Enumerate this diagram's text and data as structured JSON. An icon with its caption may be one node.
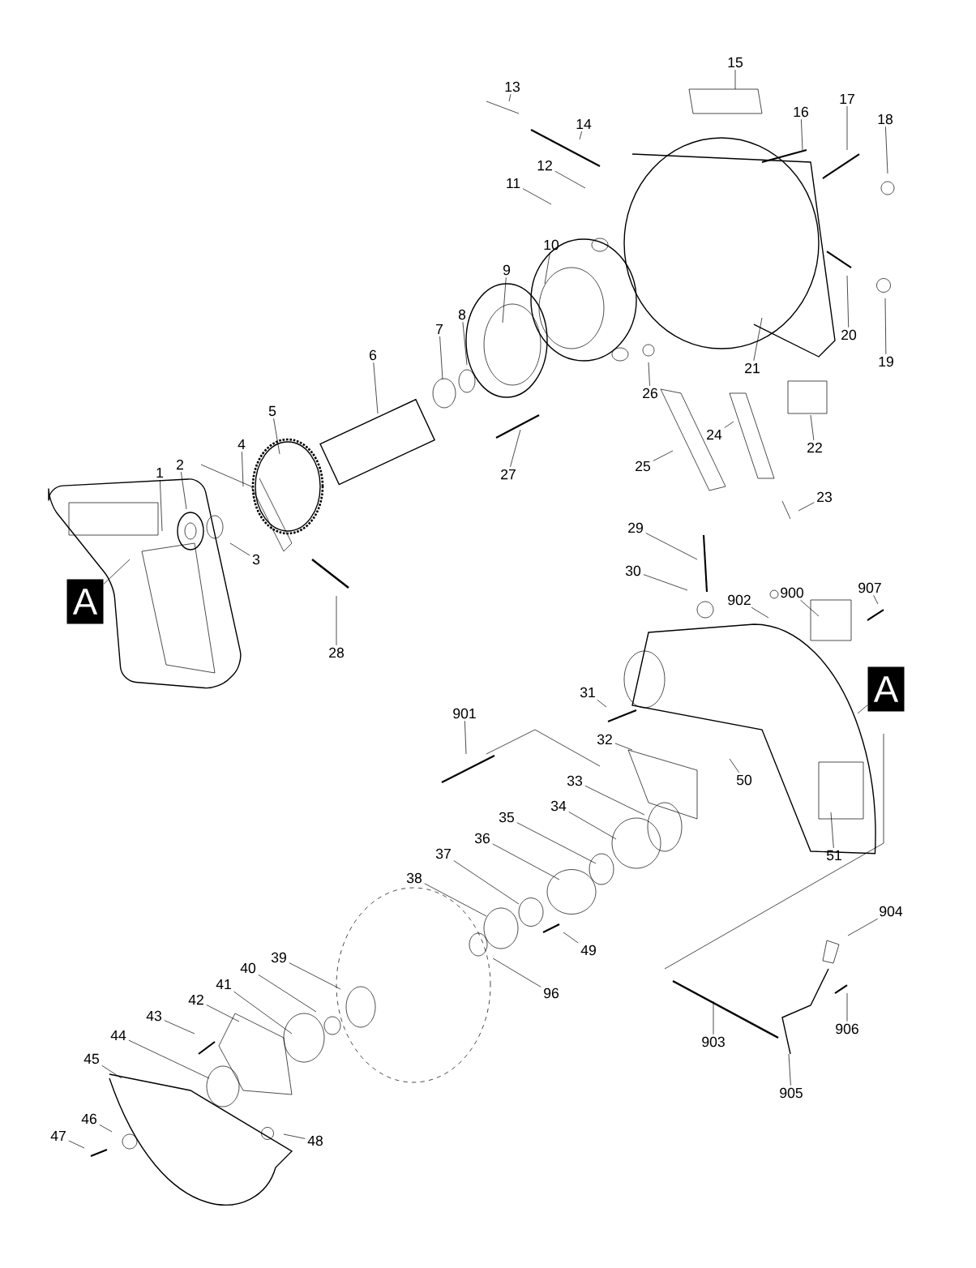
{
  "diagram": {
    "nodes": [
      {
        "text": [
          "13"
        ]
      },
      {
        "text": [
          "15"
        ]
      },
      {
        "text": [
          "14"
        ]
      },
      {
        "text": [
          "16"
        ]
      },
      {
        "text": [
          "17"
        ]
      },
      {
        "text": [
          "18"
        ]
      },
      {
        "text": [
          "12"
        ]
      },
      {
        "text": [
          "11"
        ]
      },
      {
        "text": [
          "10"
        ]
      },
      {
        "text": [
          "9"
        ]
      },
      {
        "text": [
          "8"
        ]
      },
      {
        "text": [
          "7"
        ]
      },
      {
        "text": [
          "6"
        ]
      },
      {
        "text": [
          "5"
        ]
      },
      {
        "text": [
          "4"
        ]
      },
      {
        "text": [
          "2"
        ]
      },
      {
        "text": [
          "1"
        ]
      },
      {
        "text": [
          "3"
        ]
      },
      {
        "text": [
          "28"
        ]
      },
      {
        "text": [
          "27"
        ]
      },
      {
        "text": [
          "26"
        ]
      },
      {
        "text": [
          "25"
        ]
      },
      {
        "text": [
          "24"
        ]
      },
      {
        "text": [
          "22"
        ]
      },
      {
        "text": [
          "23"
        ]
      },
      {
        "text": [
          "21"
        ]
      },
      {
        "text": [
          "20"
        ]
      },
      {
        "text": [
          "19"
        ]
      },
      {
        "text": [
          "A"
        ]
      },
      {
        "text": [
          "29"
        ]
      },
      {
        "text": [
          "30"
        ]
      },
      {
        "text": [
          "902"
        ]
      },
      {
        "text": [
          "900"
        ]
      },
      {
        "text": [
          "907"
        ]
      },
      {
        "text": [
          "A"
        ]
      },
      {
        "text": [
          "31"
        ]
      },
      {
        "text": [
          "901"
        ]
      },
      {
        "text": [
          "32"
        ]
      },
      {
        "text": [
          "50"
        ]
      },
      {
        "text": [
          "33"
        ]
      },
      {
        "text": [
          "34"
        ]
      },
      {
        "text": [
          "35"
        ]
      },
      {
        "text": [
          "36"
        ]
      },
      {
        "text": [
          "37"
        ]
      },
      {
        "text": [
          "38"
        ]
      },
      {
        "text": [
          "51"
        ]
      },
      {
        "text": [
          "49"
        ]
      },
      {
        "text": [
          "904"
        ]
      },
      {
        "text": [
          "39"
        ]
      },
      {
        "text": [
          "96"
        ]
      },
      {
        "text": [
          "40"
        ]
      },
      {
        "text": [
          "41"
        ]
      },
      {
        "text": [
          "42"
        ]
      },
      {
        "text": [
          "43"
        ]
      },
      {
        "text": [
          "44"
        ]
      },
      {
        "text": [
          "906"
        ]
      },
      {
        "text": [
          "903"
        ]
      },
      {
        "text": [
          "45"
        ]
      },
      {
        "text": [
          "905"
        ]
      },
      {
        "text": [
          "46"
        ]
      },
      {
        "text": [
          "47"
        ]
      },
      {
        "text": [
          "48"
        ]
      }
    ],
    "edges": [
      {
        "from": 0,
        "to": null,
        "arrow": "none"
      },
      {
        "from": 1,
        "to": null,
        "arrow": "none"
      },
      {
        "from": 2,
        "to": null,
        "arrow": "none"
      },
      {
        "from": 3,
        "to": null,
        "arrow": "none"
      },
      {
        "from": 4,
        "to": null,
        "arrow": "none"
      },
      {
        "from": 5,
        "to": null,
        "arrow": "none"
      },
      {
        "from": 6,
        "to": null,
        "arrow": "none"
      },
      {
        "from": 7,
        "to": null,
        "arrow": "none"
      },
      {
        "from": 8,
        "to": null,
        "arrow": "none"
      },
      {
        "from": 9,
        "to": null,
        "arrow": "none"
      },
      {
        "from": 10,
        "to": null,
        "arrow": "none"
      },
      {
        "from": 11,
        "to": null,
        "arrow": "none"
      },
      {
        "from": 12,
        "to": null,
        "arrow": "none"
      },
      {
        "from": 13,
        "to": null,
        "arrow": "none"
      },
      {
        "from": 14,
        "to": null,
        "arrow": "none"
      },
      {
        "from": 15,
        "to": null,
        "arrow": "none"
      },
      {
        "from": 16,
        "to": null,
        "arrow": "none"
      },
      {
        "from": 17,
        "to": null,
        "arrow": "none"
      },
      {
        "from": 18,
        "to": null,
        "arrow": "none"
      },
      {
        "from": 19,
        "to": null,
        "arrow": "none"
      },
      {
        "from": 20,
        "to": null,
        "arrow": "none"
      },
      {
        "from": 21,
        "to": null,
        "arrow": "none"
      },
      {
        "from": 22,
        "to": null,
        "arrow": "none"
      },
      {
        "from": 23,
        "to": null,
        "arrow": "none"
      },
      {
        "from": 24,
        "to": null,
        "arrow": "none"
      },
      {
        "from": 25,
        "to": null,
        "arrow": "none"
      },
      {
        "from": 26,
        "to": null,
        "arrow": "none"
      },
      {
        "from": 27,
        "to": null,
        "arrow": "none"
      },
      {
        "from": 28,
        "to": null,
        "arrow": "none"
      },
      {
        "from": 29,
        "to": null,
        "arrow": "none"
      },
      {
        "from": 30,
        "to": null,
        "arrow": "none"
      },
      {
        "from": 31,
        "to": null,
        "arrow": "none"
      },
      {
        "from": 32,
        "to": null,
        "arrow": "none"
      },
      {
        "from": 33,
        "to": null,
        "arrow": "none"
      },
      {
        "from": 34,
        "to": null,
        "arrow": "none"
      },
      {
        "from": 35,
        "to": null,
        "arrow": "none"
      },
      {
        "from": 36,
        "to": null,
        "arrow": "none"
      },
      {
        "from": 37,
        "to": null,
        "arrow": "none"
      },
      {
        "from": 38,
        "to": null,
        "arrow": "none"
      },
      {
        "from": 39,
        "to": null,
        "arrow": "none"
      },
      {
        "from": 40,
        "to": null,
        "arrow": "none"
      },
      {
        "from": 41,
        "to": null,
        "arrow": "none"
      },
      {
        "from": 42,
        "to": null,
        "arrow": "none"
      },
      {
        "from": 43,
        "to": null,
        "arrow": "none"
      },
      {
        "from": 44,
        "to": null,
        "arrow": "none"
      },
      {
        "from": 45,
        "to": null,
        "arrow": "none"
      },
      {
        "from": 46,
        "to": null,
        "arrow": "none"
      },
      {
        "from": 47,
        "to": null,
        "arrow": "none"
      },
      {
        "from": 48,
        "to": null,
        "arrow": "none"
      },
      {
        "from": 49,
        "to": null,
        "arrow": "none"
      },
      {
        "from": 50,
        "to": null,
        "arrow": "none"
      },
      {
        "from": 51,
        "to": null,
        "arrow": "none"
      },
      {
        "from": 52,
        "to": null,
        "arrow": "none"
      },
      {
        "from": 53,
        "to": null,
        "arrow": "none"
      },
      {
        "from": 54,
        "to": null,
        "arrow": "none"
      },
      {
        "from": 55,
        "to": null,
        "arrow": "none"
      },
      {
        "from": 56,
        "to": null,
        "arrow": "none"
      },
      {
        "from": 57,
        "to": null,
        "arrow": "none"
      },
      {
        "from": 58,
        "to": null,
        "arrow": "none"
      },
      {
        "from": 59,
        "to": null,
        "arrow": "none"
      },
      {
        "from": 60,
        "to": null,
        "arrow": "none"
      },
      {
        "from": 61,
        "to": null,
        "arrow": "none"
      }
    ]
  }
}
